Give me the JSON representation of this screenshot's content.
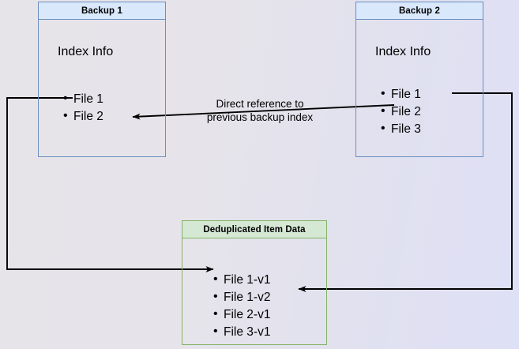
{
  "diagram": {
    "title_hidden": "",
    "boxes": {
      "backup1": {
        "header": "Backup 1",
        "subtitle": "Index Info",
        "items": [
          "File 1",
          "File 2"
        ]
      },
      "backup2": {
        "header": "Backup 2",
        "subtitle": "Index Info",
        "items": [
          "File 1",
          "File 2",
          "File 3"
        ]
      },
      "dedup": {
        "header": "Deduplicated Item Data",
        "items": [
          "File 1-v1",
          "File 1-v2",
          "File 2-v1",
          "File 3-v1"
        ]
      }
    },
    "annotations": {
      "center_label_line1": "Direct reference to",
      "center_label_line2": "previous backup index"
    },
    "colors": {
      "blue_border": "#6c8ebf",
      "blue_fill": "#dae8fc",
      "green_border": "#82b366",
      "green_fill": "#d5e8d4",
      "connector": "#000000",
      "background_left": "#e7e4e9",
      "background_right": "#dee0f6"
    }
  }
}
